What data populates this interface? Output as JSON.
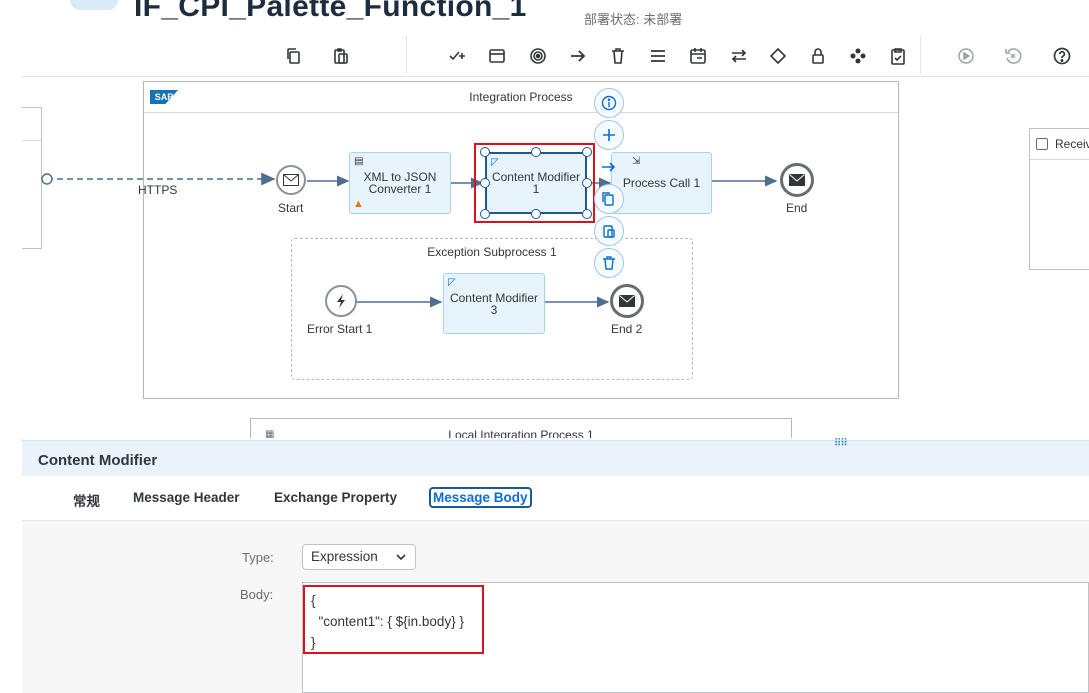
{
  "header": {
    "title": "IF_CPI_Palette_Function_1",
    "status": "部署状态: 未部署"
  },
  "toolbar": {
    "icons": [
      "copy-icon",
      "paste-icon",
      "add-check-icon",
      "window-icon",
      "target-icon",
      "arrow-right-icon",
      "delete-icon",
      "menu-icon",
      "calendar-icon",
      "swap-icon",
      "diamond-icon",
      "lock-icon",
      "cube-icon",
      "clipboard-icon",
      "run-icon",
      "undo-icon",
      "help-icon"
    ]
  },
  "canvas": {
    "integration_process_title": "Integration Process",
    "sap_logo": "SAP",
    "https_label": "HTTPS",
    "start_label": "Start",
    "end_label": "End",
    "xml_json_label_1": "XML to JSON",
    "xml_json_label_2": "Converter 1",
    "content_modifier_1_l1": "Content Modifier",
    "content_modifier_1_l2": "1",
    "process_call_label": "Process Call 1",
    "exception_title": "Exception Subprocess 1",
    "error_start_label": "Error Start 1",
    "content_modifier_3_l1": "Content Modifier",
    "content_modifier_3_l2": "3",
    "end2_label": "End 2",
    "local_process_title": "Local Integration Process 1",
    "receiver_label": "Receiv"
  },
  "properties": {
    "title": "Content Modifier",
    "tabs": [
      "常规",
      "Message Header",
      "Exchange Property",
      "Message Body"
    ],
    "active_tab": "Message Body",
    "type_label": "Type:",
    "type_value": "Expression",
    "body_label": "Body:",
    "body_value": "{\n  \"content1\": { ${in.body} }\n}"
  },
  "colors": {
    "accent": "#0a6ed1",
    "highlight_red": "#d8121e",
    "task_fill": "#e8f4fb",
    "panel_header": "#eaf3fb"
  }
}
